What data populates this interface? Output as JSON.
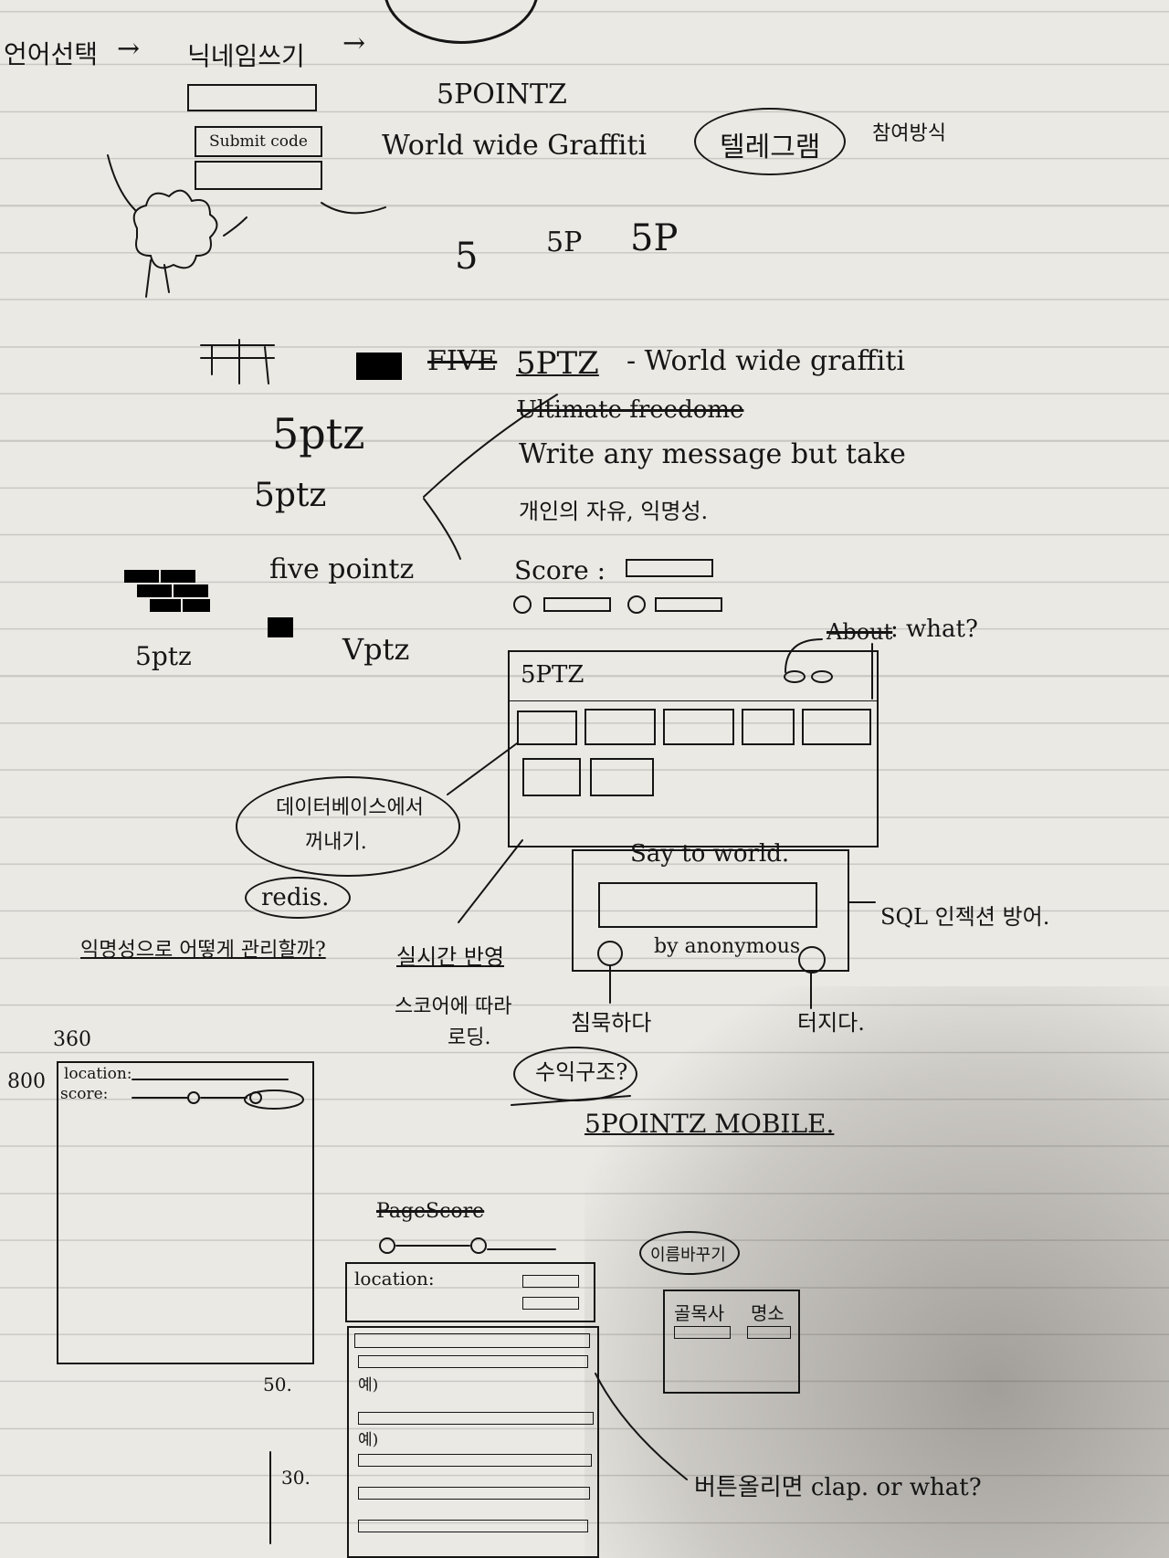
{
  "flow": {
    "step1": "언어선택",
    "arrow": "→",
    "step2": "닉네임쓰기",
    "button": "Submit code"
  },
  "brand_top": {
    "title": "5POINTZ",
    "tagline": "World wide Graffiti",
    "telegram_bubble": "텔레그램",
    "telegram_note": "참여방식"
  },
  "logo_sketches": {
    "a": "5",
    "b": "5P",
    "c": "5P",
    "d": "5ptz",
    "e": "5ptz",
    "f": "five pointz",
    "g": "5ptz",
    "h": "Vptz"
  },
  "headline": {
    "strike1": "FIVE",
    "title": "5PTZ",
    "subtitle": "- World wide graffiti",
    "strike2": "Ultimate freedome",
    "line1": "Write any message but take",
    "line2": "개인의 자유, 익명성."
  },
  "score": {
    "label": "Score :"
  },
  "web_mock": {
    "title": "5PTZ",
    "about_label": "About",
    "what_label": ": what?",
    "say_label": "Say to world.",
    "by_label": "by anonymous",
    "sql_note": "SQL 인젝션 방어.",
    "left_circle_note": "침묵하다",
    "right_circle_note": "터지다."
  },
  "notes": {
    "db_bubble_1": "데이터베이스에서",
    "db_bubble_2": "꺼내기.",
    "redis": "redis.",
    "anon_question": "익명성으로 어떻게 관리할까?",
    "realtime": "실시간 반영",
    "score_based_1": "스코어에 따라",
    "score_based_2": "로딩.",
    "revenue": "수익구조?"
  },
  "phone": {
    "width_label": "360",
    "height_label": "800",
    "location": "location:",
    "score": "score:"
  },
  "mobile": {
    "title": "5POINTZ MOBILE.",
    "strike": "Page",
    "score": "Score",
    "location": "location:",
    "item": "예)",
    "n50": "50.",
    "n30": "30.",
    "drag_note": "버튼올리면 clap. or what?",
    "bubble": "이름바꾸기",
    "col1": "골목사",
    "col2": "명소"
  }
}
